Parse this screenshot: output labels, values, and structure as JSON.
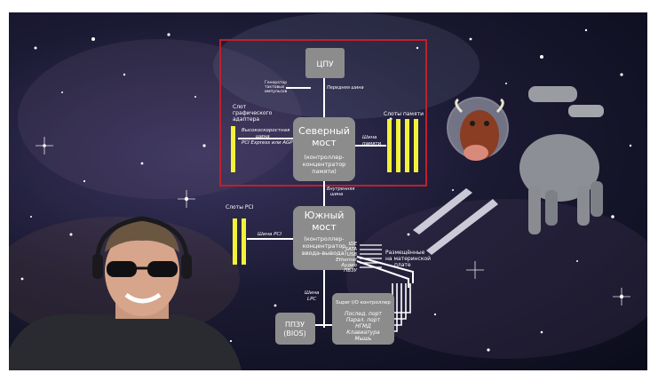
{
  "diagram": {
    "cpu": "ЦПУ",
    "clock": [
      "Генератор",
      "тактовых",
      "импульсов"
    ],
    "fsb": "Передняя шина",
    "agp_slot": [
      "Слот",
      "графического",
      "адаптера"
    ],
    "agp_bus": [
      "Высокоскоростная",
      "шина",
      "PCI Express или AGP"
    ],
    "north_title": [
      "Северный",
      "мост"
    ],
    "north_sub": [
      "(контроллер-",
      "концентратор",
      "памяти)"
    ],
    "mem_slots": "Слоты памяти",
    "mem_bus": [
      "Шина",
      "памяти"
    ],
    "internal_bus": [
      "Внутренняя",
      "шина"
    ],
    "pci_slots": "Слоты PCI",
    "pci_bus": "Шина PCI",
    "south_title": [
      "Южный",
      "мост"
    ],
    "south_sub": [
      "(контроллер-",
      "концентратор",
      "ввода-вывода)"
    ],
    "south_ports": [
      "IDE",
      "SATA",
      "USB",
      "Ethernet",
      "Аудио",
      "ПБЗУ"
    ],
    "onboard": [
      "Размещённые",
      "на материнской",
      "плате"
    ],
    "lpc": [
      "Шина",
      "LPC"
    ],
    "superio": "Super I/O контроллер",
    "superio_ports": [
      "Послед. порт",
      "Парал. порт",
      "НГМД",
      "Клавиатура",
      "Мышь"
    ],
    "bios": [
      "ППЗУ",
      "(BIOS)"
    ]
  },
  "colors": {
    "highlight_box": "#c0202a",
    "slot": "#f2f23a",
    "chip": "#8c8c8c",
    "bus": "#ffffff"
  },
  "icons": [
    "astronaut-cow-icon",
    "webcam-presenter-icon",
    "speed-streak-icon"
  ]
}
